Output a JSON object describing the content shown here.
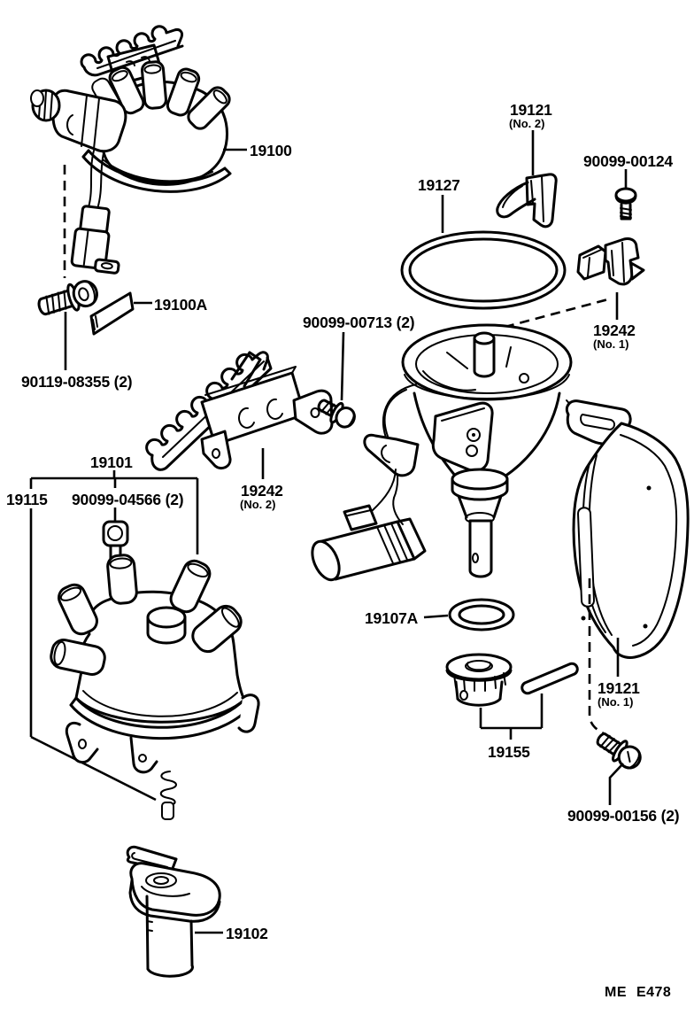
{
  "footer": {
    "code": "ME E478"
  },
  "parts": {
    "distributor_assy": {
      "number": "19100"
    },
    "packing": {
      "number": "19100A"
    },
    "bolt_with_washer": {
      "number": "90119-08355 (2)"
    },
    "screw_00713": {
      "number": "90099-00713 (2)"
    },
    "clamp_no2": {
      "number": "19121",
      "note": "(No. 2)"
    },
    "screw_00124": {
      "number": "90099-00124"
    },
    "oring": {
      "number": "19127"
    },
    "bracket_no1": {
      "number": "19242",
      "note": "(No. 1)"
    },
    "bracket_no2": {
      "number": "19242",
      "note": "(No. 2)"
    },
    "cap": {
      "number": "19101"
    },
    "cap_subassy": {
      "number": "19115"
    },
    "bolt_04566": {
      "number": "90099-04566 (2)"
    },
    "gasket": {
      "number": "19107A"
    },
    "cover_no1": {
      "number": "19121",
      "note": "(No. 1)"
    },
    "gear_kit": {
      "number": "19155"
    },
    "screw_00156": {
      "number": "90099-00156 (2)"
    },
    "rotor": {
      "number": "19102"
    }
  }
}
